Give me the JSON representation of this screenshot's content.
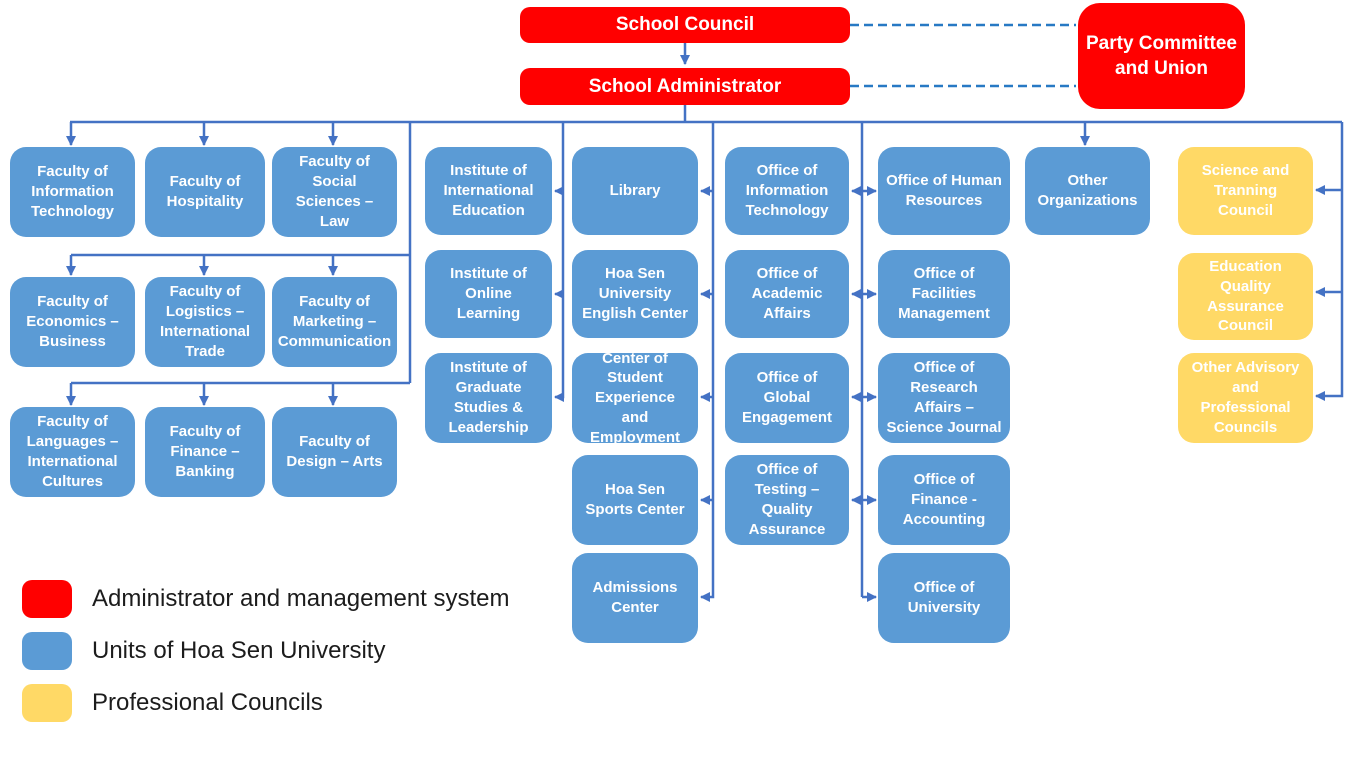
{
  "nodes": {
    "school_council": {
      "label": "School Council"
    },
    "school_administrator": {
      "label": "School Administrator"
    },
    "party_committee_union": {
      "label": "Party Committee and Union"
    },
    "faculty_information_technology": {
      "label": "Faculty of Information Technology"
    },
    "faculty_hospitality": {
      "label": "Faculty of Hospitality"
    },
    "faculty_social_sciences_law": {
      "label": "Faculty of Social Sciences – Law"
    },
    "faculty_economics_business": {
      "label": "Faculty of Economics – Business"
    },
    "faculty_logistics_international_trade": {
      "label": "Faculty of Logistics – International Trade"
    },
    "faculty_marketing_communication": {
      "label": "Faculty of Marketing – Communication"
    },
    "faculty_languages_international_cultures": {
      "label": "Faculty of Languages – International Cultures"
    },
    "faculty_finance_banking": {
      "label": "Faculty of Finance – Banking"
    },
    "faculty_design_arts": {
      "label": "Faculty of Design – Arts"
    },
    "institute_international_education": {
      "label": "Institute of International Education"
    },
    "institute_online_learning": {
      "label": "Institute of Online Learning"
    },
    "institute_graduate_studies": {
      "label": "Institute of Graduate Studies & Leadership"
    },
    "library": {
      "label": "Library"
    },
    "english_center": {
      "label": "Hoa Sen University English Center"
    },
    "student_experience_center": {
      "label": "Center of Student Experience and Employment"
    },
    "sports_center": {
      "label": "Hoa Sen Sports Center"
    },
    "admissions_center": {
      "label": "Admissions Center"
    },
    "office_information_technology": {
      "label": "Office of Information Technology"
    },
    "office_academic_affairs": {
      "label": "Office of Academic Affairs"
    },
    "office_global_engagement": {
      "label": "Office of Global Engagement"
    },
    "office_testing_quality_assurance": {
      "label": "Office of Testing – Quality Assurance"
    },
    "office_human_resources": {
      "label": "Office of Human Resources"
    },
    "office_facilities_management": {
      "label": "Office of Facilities Management"
    },
    "office_research_affairs": {
      "label": "Office of Research Affairs – Science Journal"
    },
    "office_finance_accounting": {
      "label": "Office of Finance - Accounting"
    },
    "office_university": {
      "label": "Office of University"
    },
    "other_organizations": {
      "label": "Other Organizations"
    },
    "science_training_council": {
      "label": "Science and Tranning Council"
    },
    "education_quality_assurance_council": {
      "label": "Education Quality Assurance Council"
    },
    "other_advisory_professional_councils": {
      "label": "Other Advisory and Professional Councils"
    }
  },
  "legend": {
    "items": [
      {
        "label": "Administrator and management system",
        "color": "#FF0000"
      },
      {
        "label": "Units of Hoa Sen University",
        "color": "#5B9BD5"
      },
      {
        "label": "Professional Councils",
        "color": "#FFD966"
      }
    ]
  },
  "colors": {
    "red_box": "#FF0000",
    "blue_box": "#5B9BD5",
    "yellow_box": "#FFD966",
    "connector": "#4472C4",
    "dashed_connector": "#2779C4",
    "box_text": "#FFFFFF",
    "legend_text": "#1C1C1C"
  }
}
